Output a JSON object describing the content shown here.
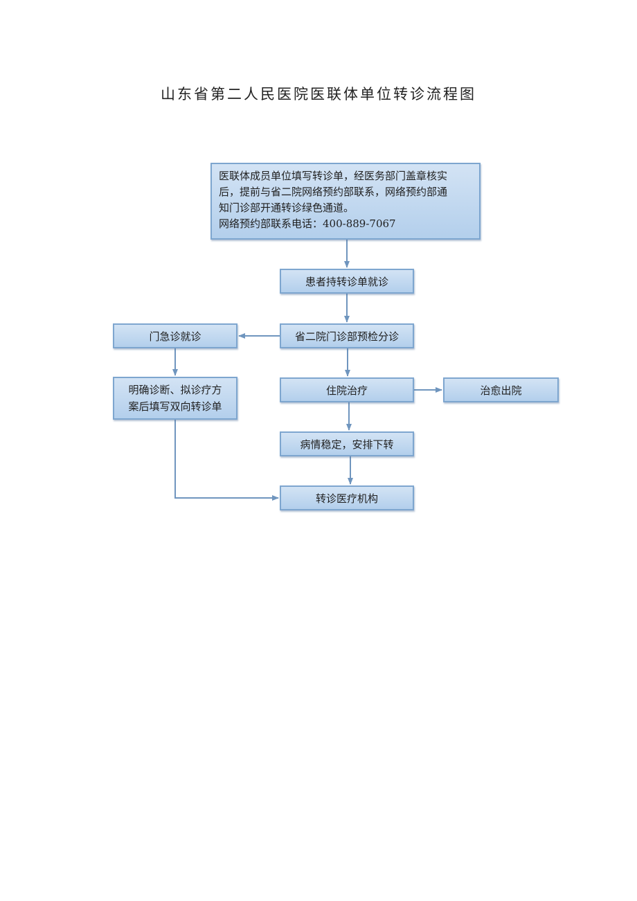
{
  "title": "山东省第二人民医院医联体单位转诊流程图",
  "colors": {
    "box_fill_top": "#d3e3f4",
    "box_fill_bottom": "#b3cfec",
    "box_border": "#7ea6cf",
    "arrow": "#6f95be"
  },
  "boxes": {
    "start": {
      "lines": [
        "医联体成员单位填写转诊单，经医务部门盖章核实",
        "后，提前与省二院网络预约部联系，网络预约部通",
        "知门诊部开通转诊绿色通道。",
        "网络预约部联系电话：400-889-7067"
      ]
    },
    "patient_visit": "患者持转诊单就诊",
    "triage": "省二院门诊部预检分诊",
    "emergency": "门急诊就诊",
    "diagnosis": {
      "lines": [
        "明确诊断、拟诊疗方",
        "案后填写双向转诊单"
      ]
    },
    "inpatient": "住院治疗",
    "discharge": "治愈出院",
    "stable": "病情稳定，安排下转",
    "transfer": "转诊医疗机构"
  }
}
